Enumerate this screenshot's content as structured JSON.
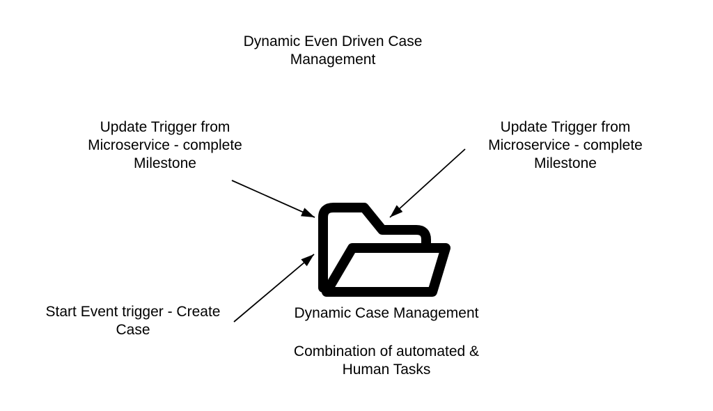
{
  "page": {
    "background_color": "#ffffff",
    "ink_color": "#000000"
  },
  "title": "Dynamic Even Driven Case Management",
  "labels": {
    "update_trigger_left": "Update Trigger from Microservice - complete Milestone",
    "update_trigger_right": "Update Trigger from Microservice - complete Milestone",
    "start_event": "Start Event trigger - Create Case",
    "folder_title": "Dynamic Case Management",
    "folder_subtitle": "Combination of automated & Human Tasks"
  },
  "icons": {
    "folder": "open-folder-icon"
  }
}
